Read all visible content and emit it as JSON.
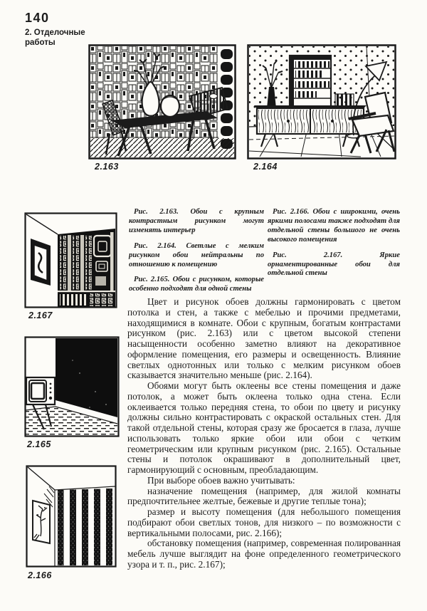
{
  "page": {
    "number": "140",
    "section": "2. Отделочные работы"
  },
  "figures": {
    "f163": {
      "label": "2.163"
    },
    "f164": {
      "label": "2.164"
    },
    "f167": {
      "label": "2.167"
    },
    "f165": {
      "label": "2.165"
    },
    "f166": {
      "label": "2.166"
    }
  },
  "captions": {
    "left": [
      {
        "text": "Рис. 2.163. Обои с крупным контрастным рисунком могут изменять интерьер"
      },
      {
        "text": "Рис. 2.164. Светлые с мелким рисунком обои нейтральны по отношению к помещению"
      },
      {
        "text": "Рис. 2.165. Обои с рисунком, которые особенно подходят для одной стены"
      }
    ],
    "right": [
      {
        "text": "Рис. 2.166. Обои с широкими, очень яркими полосами также подходят для отдельной стены большого не очень высокого помещения"
      },
      {
        "text": "Рис. 2.167. Яркие орнаментированные обои для отдельной стены"
      }
    ]
  },
  "body": {
    "paragraphs": [
      "Цвет и рисунок обоев должны гармонировать с цветом потолка и стен, а также с мебелью и прочими предметами, находящимися в комнате. Обои с крупным, богатым контрастами рисунком (рис. 2.163) или с цветом высокой степени насыщенности особенно заметно влияют на декоративное оформление помещения, его размеры и освещенность. Влияние светлых однотонных или только с мелким рисунком обоев сказывается значительно меньше (рис. 2.164).",
      "Обоями могут быть оклеены все стены помещения и даже потолок, а может быть оклеена только одна стена. Если оклеивается только передняя стена, то обои по цвету и рисунку должны сильно контрастировать с окраской остальных стен. Для такой отдельной стены, которая сразу же бросается в глаза, лучше использовать только яркие обои или обои с четким геометрическим или крупным рисунком (рис. 2.165). Остальные стены и потолок окрашивают в дополнительный цвет, гармонирующий с основным, преобладающим.",
      "При выборе обоев важно учитывать:",
      "назначение помещения (например, для жилой комнаты предпочтительнее желтые, бежевые и другие теплые тона);",
      "размер и высоту помещения (для небольшого помещения подбирают обои светлых тонов, для низкого – по возможности с вертикальными полосами, рис. 2.166);",
      "обстановку помещения (например, современная полированная мебель лучше выглядит на фоне определенного геометрического узора и т. п., рис. 2.167);"
    ]
  },
  "colors": {
    "ink": "#1b1b1b",
    "paper": "#fcfbf7"
  }
}
